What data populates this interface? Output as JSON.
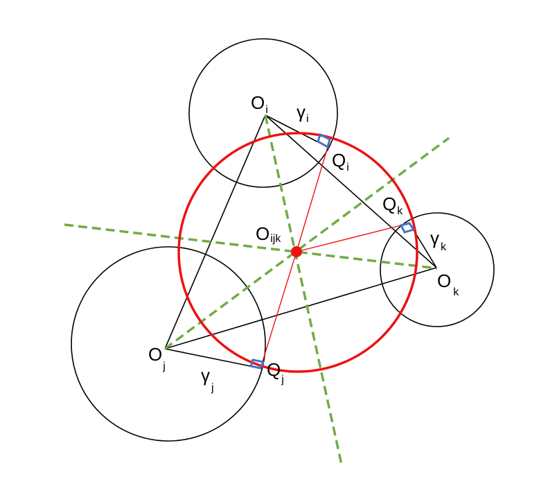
{
  "colors": {
    "circle_stroke": "#000000",
    "orthogonal_circle": "#ee1111",
    "radical_axis": "#6fac46",
    "right_angle_marker": "#4472c4",
    "center_point": "#ee1111"
  },
  "labels": {
    "Oi": {
      "main": "O",
      "sub": "i"
    },
    "Oj": {
      "main": "O",
      "sub": "j"
    },
    "Ok": {
      "main": "O",
      "sub": "k"
    },
    "Oijk": {
      "main": "O",
      "sub": "ijk"
    },
    "Qi": {
      "main": "Q",
      "sub": "i"
    },
    "Qj": {
      "main": "Q",
      "sub": "j"
    },
    "Qk": {
      "main": "Q",
      "sub": "k"
    },
    "gi": {
      "main": "γ",
      "sub": "i"
    },
    "gj": {
      "main": "γ",
      "sub": "j"
    },
    "gk": {
      "main": "γ",
      "sub": "k"
    }
  }
}
